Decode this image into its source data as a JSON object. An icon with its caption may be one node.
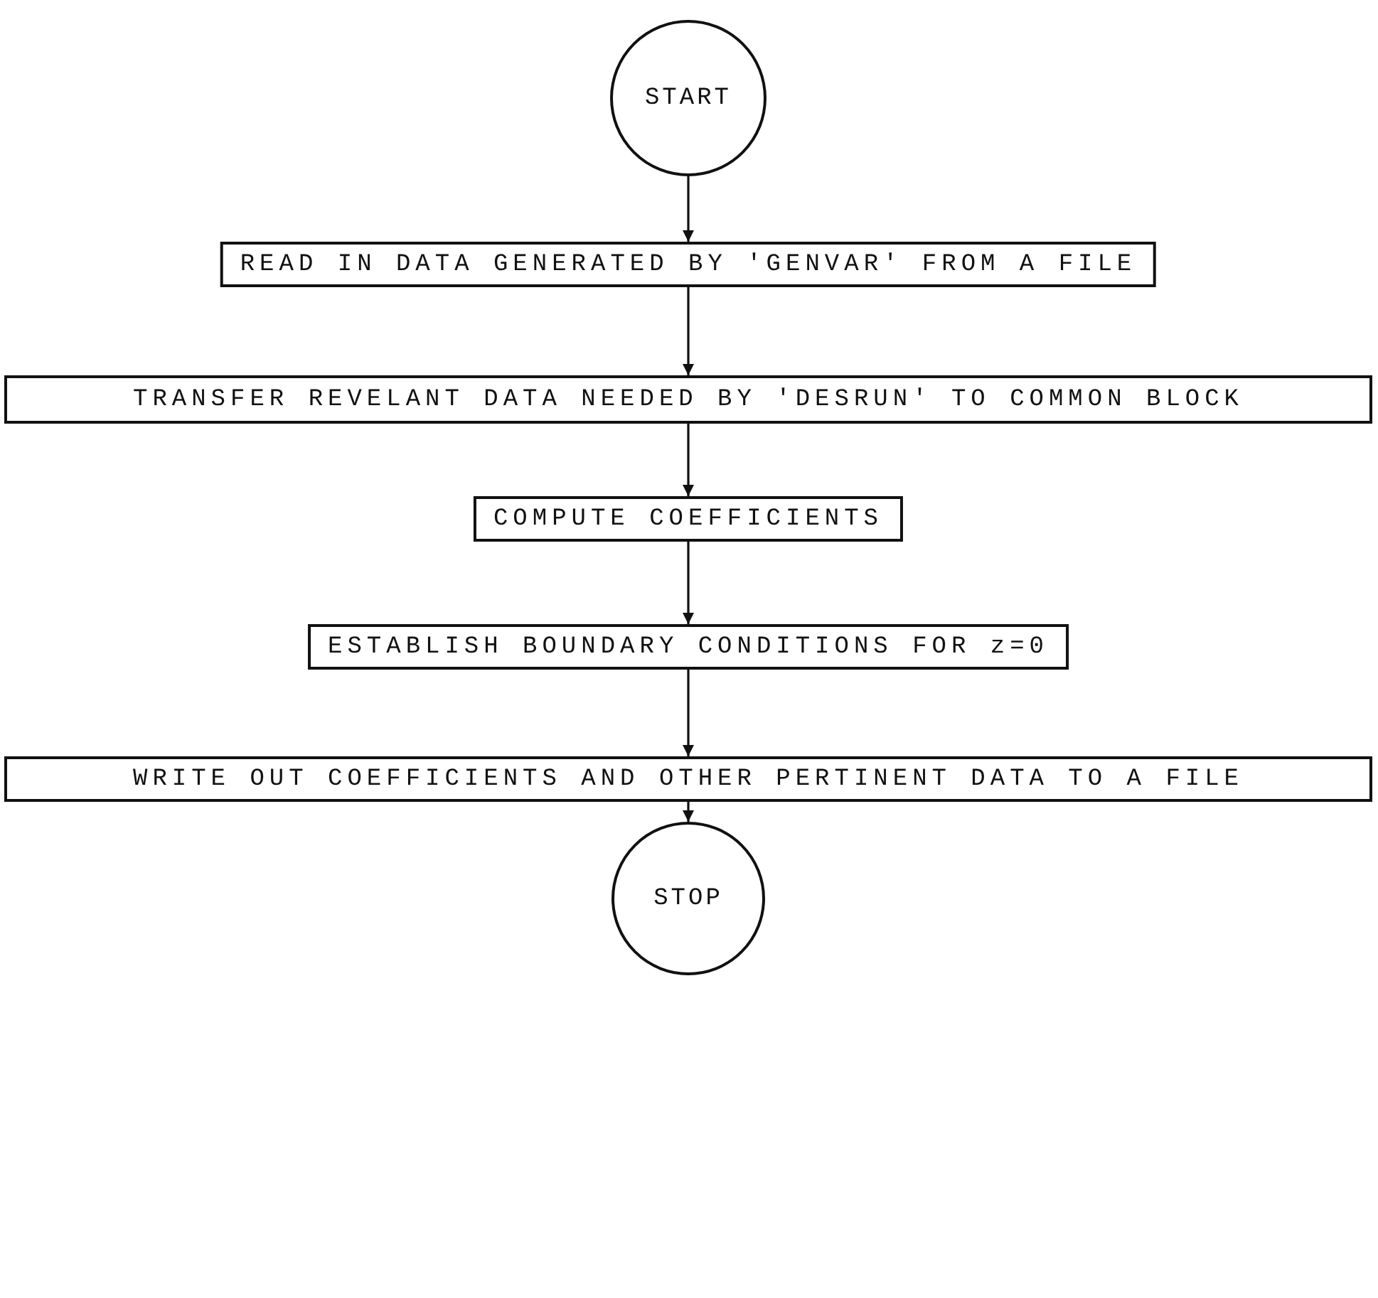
{
  "diagram": {
    "nodes": [
      {
        "text": [
          "START"
        ]
      },
      {
        "text": [
          "READ IN DATA GENERATED BY 'GENVAR' FROM A FILE"
        ]
      },
      {
        "text": [
          "TRANSFER REVELANT DATA NEEDED BY 'DESRUN' TO COMMON BLOCK"
        ]
      },
      {
        "text": [
          "COMPUTE COEFFICIENTS"
        ]
      },
      {
        "text": [
          "ESTABLISH BOUNDARY CONDITIONS FOR z=0"
        ]
      },
      {
        "text": [
          "WRITE OUT COEFFICIENTS AND OTHER PERTINENT DATA TO A FILE"
        ]
      },
      {
        "text": [
          "STOP"
        ]
      }
    ],
    "edges": [
      {
        "from": 0,
        "to": 1,
        "arrow": "to"
      },
      {
        "from": 1,
        "to": 2,
        "arrow": "to"
      },
      {
        "from": 2,
        "to": 3,
        "arrow": "to"
      },
      {
        "from": 3,
        "to": 4,
        "arrow": "to"
      },
      {
        "from": 4,
        "to": 5,
        "arrow": "to"
      },
      {
        "from": 5,
        "to": 6,
        "arrow": "to"
      }
    ]
  }
}
